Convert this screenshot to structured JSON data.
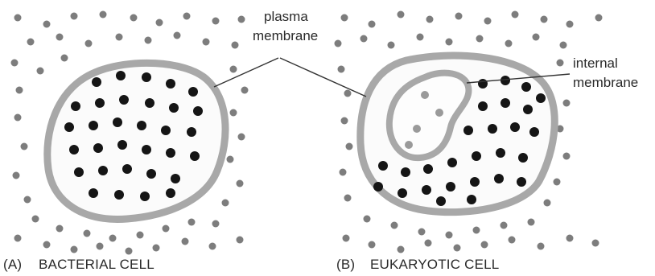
{
  "labels": {
    "plasma_line1": "plasma",
    "plasma_line2": "membrane",
    "internal_line1": "internal",
    "internal_line2": "membrane"
  },
  "captions": {
    "a_prefix": "(A)",
    "a_title": "BACTERIAL CELL",
    "b_prefix": "(B)",
    "b_title": "EUKARYOTIC CELL"
  },
  "colors": {
    "membrane": "#a8a8a8",
    "dot_inside": "#151515",
    "dot_outside": "#7d7d7d",
    "leader_line": "#333333",
    "text": "#2a2a2a"
  }
}
